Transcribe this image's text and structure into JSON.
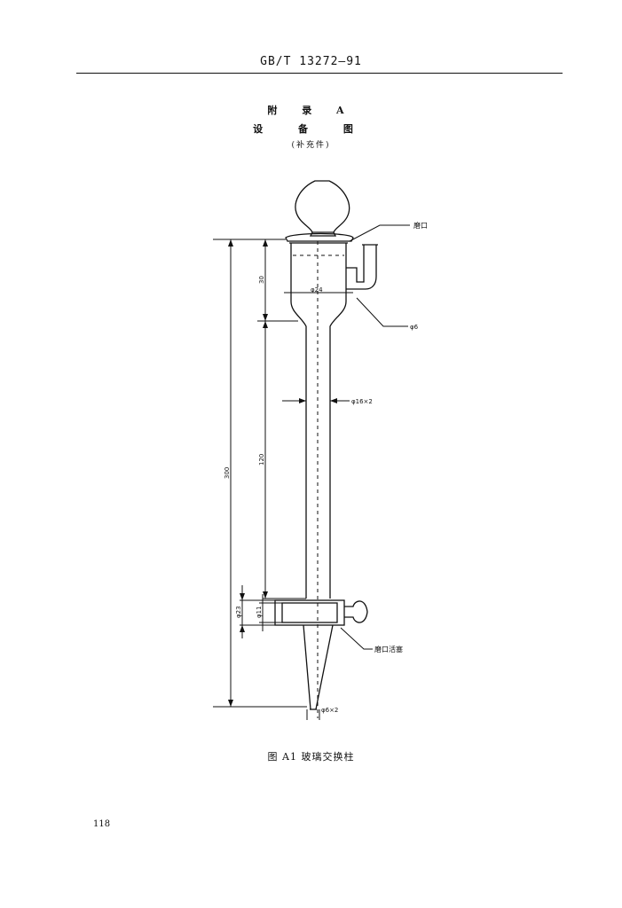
{
  "header": {
    "standard_number": "GB/T 13272—91"
  },
  "appendix": {
    "title": "附 录 A",
    "subtitle": "设 备 图",
    "note": "(补充件)"
  },
  "figure": {
    "labels": {
      "ground_mouth": "磨口",
      "diameter_6": "φ6",
      "diameter_24": "φ24",
      "diameter_16x2": "φ16×2",
      "diameter_23": "φ23",
      "diameter_11": "φ11",
      "ground_stopcock": "磨口活塞",
      "diameter_6x2": "φ6×2"
    },
    "dimensions": {
      "total_height": "300",
      "reservoir_height": "30",
      "tube_height": "120"
    }
  },
  "caption": "图 A1  玻璃交换柱",
  "page_number": "118"
}
